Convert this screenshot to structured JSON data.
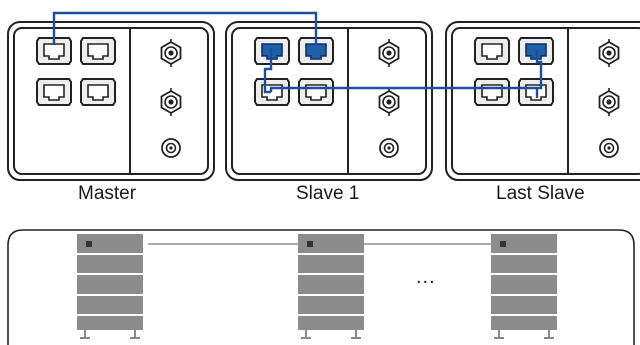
{
  "units": [
    {
      "label": "Master"
    },
    {
      "label": "Slave 1"
    },
    {
      "label": "Last Slave"
    }
  ],
  "ellipsis": "...",
  "colors": {
    "link": "#1f4e9c",
    "port_active": "#1f5fa8",
    "rack_module": "#8c8c8c",
    "outline": "#222222"
  },
  "icons": [
    "ethernet-port-icon",
    "bnc-connector-icon",
    "power-socket-icon"
  ]
}
